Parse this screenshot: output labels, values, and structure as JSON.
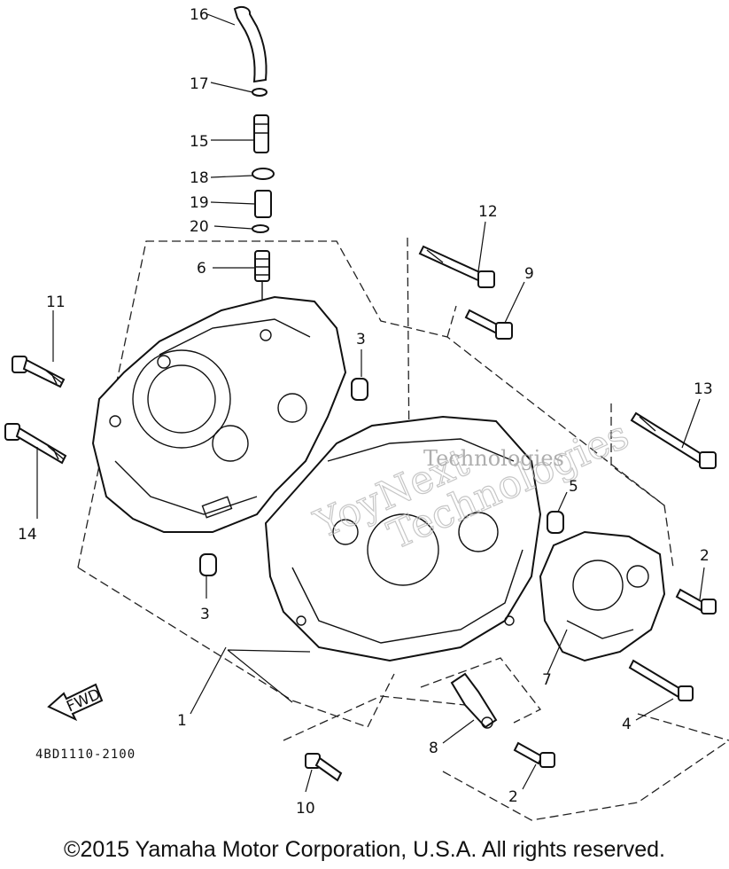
{
  "diagram": {
    "callouts": {
      "c1": "1",
      "c2a": "2",
      "c2b": "2",
      "c3a": "3",
      "c3b": "3",
      "c4": "4",
      "c5": "5",
      "c6": "6",
      "c7": "7",
      "c8": "8",
      "c9": "9",
      "c10": "10",
      "c11": "11",
      "c12": "12",
      "c13": "13",
      "c14": "14",
      "c15": "15",
      "c16": "16",
      "c17": "17",
      "c18": "18",
      "c19": "19",
      "c20": "20"
    },
    "fwd_label": "FWD",
    "part_code": "4BD1110-2100",
    "watermark_line1": "YoyNext",
    "watermark_line2": "Technologies",
    "watermark_line3": "Technologies"
  },
  "footer": {
    "copyright": "©2015 Yamaha Motor Corporation, U.S.A. All rights reserved."
  }
}
